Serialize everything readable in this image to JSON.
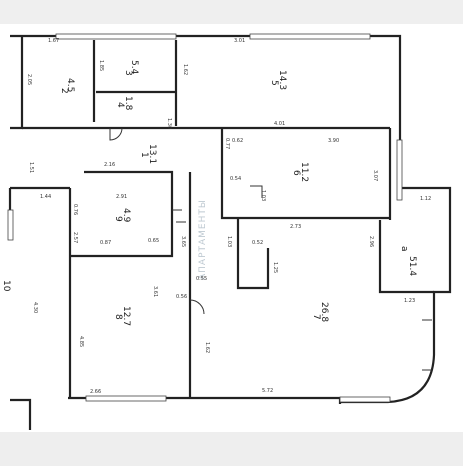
{
  "rooms": [
    {
      "id": "r1",
      "num": "1",
      "area": "13.1"
    },
    {
      "id": "r2",
      "num": "2",
      "area": "4.5"
    },
    {
      "id": "r3",
      "num": "3",
      "area": "5.4"
    },
    {
      "id": "r4",
      "num": "4",
      "area": "1.8"
    },
    {
      "id": "r5",
      "num": "5",
      "area": "14.3"
    },
    {
      "id": "r6",
      "num": "6",
      "area": "11.2"
    },
    {
      "id": "r7",
      "num": "7",
      "area": "26.8"
    },
    {
      "id": "r8",
      "num": "8",
      "area": "12.7"
    },
    {
      "id": "r9",
      "num": "9",
      "area": "4.9"
    },
    {
      "id": "r10",
      "num": "10",
      "area": ""
    },
    {
      "id": "r11",
      "num": "a",
      "area": "51.4"
    }
  ],
  "dimensions": [
    "1.67",
    "3.01",
    "2.05",
    "1.85",
    "1.62",
    "1.30",
    "4.01",
    "0.77",
    "3.90",
    "0.62",
    "2.16",
    "1.51",
    "2.91",
    "0.87",
    "0.54",
    "1.03",
    "2.73",
    "1.25",
    "0.52",
    "0.65",
    "3.07",
    "1.12",
    "2.96",
    "0.55",
    "0.56",
    "4.85",
    "1.62",
    "1.23",
    "5.72",
    "2.66",
    "4.30",
    "1.44",
    "3.65",
    "0.76",
    "2.57",
    "1.03",
    "3.61"
  ],
  "watermark": "АПАРТАМЕНТЫ"
}
